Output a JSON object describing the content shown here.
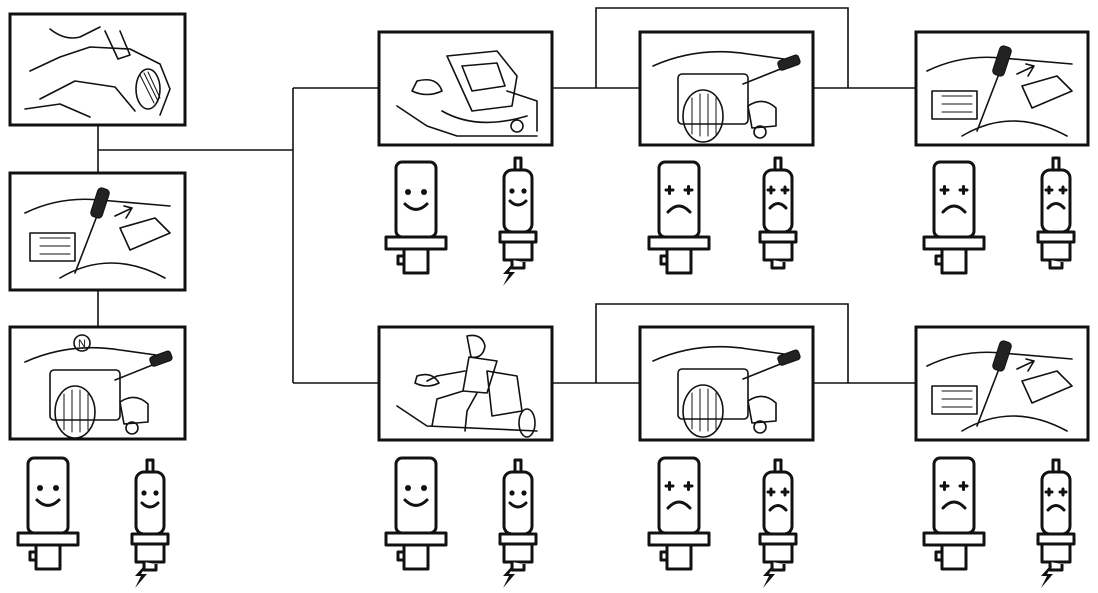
{
  "diagram": {
    "panels": [
      {
        "id": "p1",
        "scene": "hand-on-engine-cover"
      },
      {
        "id": "p2",
        "scene": "throttle-lever-move"
      },
      {
        "id": "p3",
        "scene": "ignition-key-neutral"
      },
      {
        "id": "p4",
        "scene": "empty-seat"
      },
      {
        "id": "p5",
        "scene": "ignition-key"
      },
      {
        "id": "p6",
        "scene": "throttle-lever-press"
      },
      {
        "id": "p7",
        "scene": "operator-seated"
      },
      {
        "id": "p8",
        "scene": "ignition-key"
      },
      {
        "id": "p9",
        "scene": "throttle-lever-press"
      }
    ],
    "indicators": [
      {
        "under": "p3",
        "module_state": "happy",
        "plug_state": "happy",
        "spark": true
      },
      {
        "under": "p4",
        "module_state": "happy",
        "plug_state": "happy",
        "spark": true
      },
      {
        "under": "p5",
        "module_state": "sad",
        "plug_state": "sad",
        "spark": false
      },
      {
        "under": "p6",
        "module_state": "sad",
        "plug_state": "sad",
        "spark": false
      },
      {
        "under": "p7",
        "module_state": "happy",
        "plug_state": "happy",
        "spark": true
      },
      {
        "under": "p8",
        "module_state": "sad",
        "plug_state": "sad",
        "spark": true
      },
      {
        "under": "p9",
        "module_state": "sad",
        "plug_state": "sad",
        "spark": true
      }
    ],
    "icons": {
      "module": "ignition-module-icon",
      "plug": "spark-plug-icon",
      "spark": "lightning-bolt-icon",
      "neutral_marker": "N"
    },
    "colors": {
      "ink": "#111111",
      "background": "#ffffff"
    }
  }
}
